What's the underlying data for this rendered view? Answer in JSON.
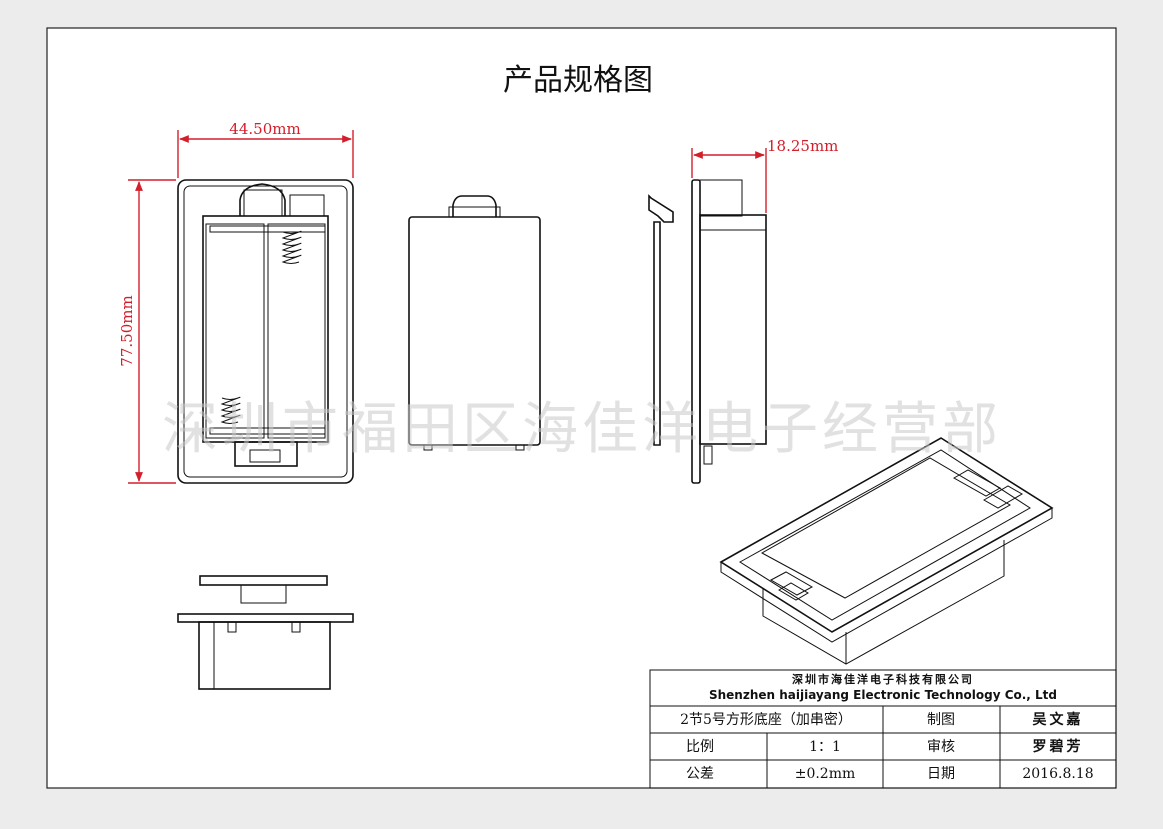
{
  "title": "产品规格图",
  "dimensions": {
    "width": "44.50mm",
    "height": "77.50mm",
    "depth": "18.25mm"
  },
  "watermark": "深圳市福田区海佳洋电子经营部",
  "title_block": {
    "company_cn": "深圳市海佳洋电子科技有限公司",
    "company_en": "Shenzhen haijiayang Electronic Technology Co., Ltd",
    "rows": [
      {
        "label": "2节5号方形底座（加串密）",
        "value": "",
        "key": "制图",
        "person": "吴文嘉"
      },
      {
        "label": "比例",
        "value": "1：1",
        "key": "审核",
        "person": "罗碧芳"
      },
      {
        "label": "公差",
        "value": "±0.2mm",
        "key": "日期",
        "person": "2016.8.18"
      }
    ]
  },
  "colors": {
    "dimension": "#d21f2b",
    "line": "#111111",
    "sheet": "#ffffff"
  }
}
